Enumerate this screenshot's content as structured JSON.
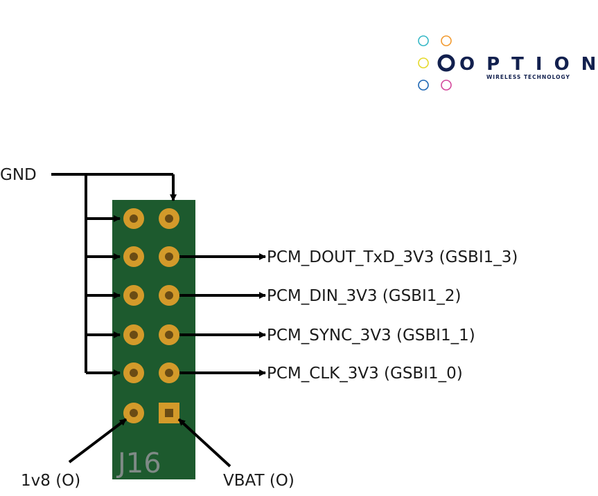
{
  "logo": {
    "word": "OPTION",
    "tagline": "WIRELESS TECHNOLOGY",
    "dot_colors": [
      "#36b8c6",
      "#f29a2e",
      "#e5d92a",
      "#12204e",
      "#1e67b4",
      "#d4479b"
    ]
  },
  "connector": {
    "designator": "J16",
    "board_color": "#1d5a2e",
    "pad_color": "#d39a2a",
    "hole_color": "#6a4b14"
  },
  "signals": {
    "gnd": "GND",
    "pin_4": "PCM_DOUT_TxD_3V3 (GSBI1_3)",
    "pin_6": "PCM_DIN_3V3 (GSBI1_2)",
    "pin_8": "PCM_SYNC_3V3 (GSBI1_1)",
    "pin_10": "PCM_CLK_3V3 (GSBI1_0)",
    "pin_11": "1v8 (O)",
    "pin_12": "VBAT (O)"
  }
}
